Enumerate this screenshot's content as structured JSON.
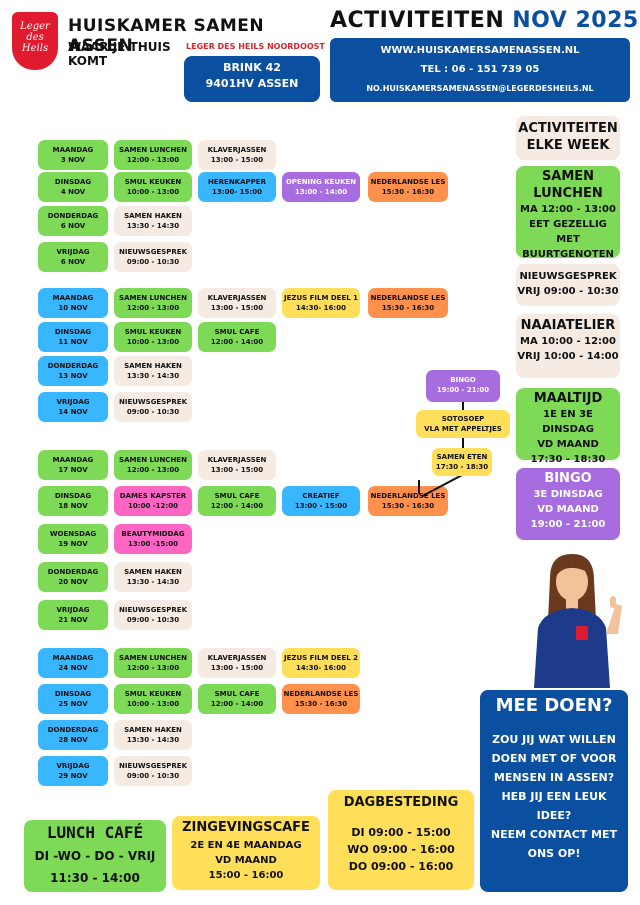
{
  "header": {
    "logo_text": [
      "Leger",
      "des",
      "Heils"
    ],
    "org_name": "HUISKAMER SAMEN ASSEN",
    "tagline": "WAAR JE THUIS KOMT",
    "region": "LEGER DES HEILS NOORDOOST",
    "address": [
      "BRINK 42",
      "9401HV ASSEN"
    ],
    "title": "ACTIVITEITEN",
    "month": "NOV 2025",
    "contact": [
      "WWW.HUISKAMERSAMENASSEN.NL",
      "TEL : 06 - 151 739 05",
      "NO.HUISKAMERSAMENASSEN@LEGERDESHEILS.NL"
    ]
  },
  "colors": {
    "green": "#7ed957",
    "blue": "#38b6ff",
    "beige": "#f5ebe3",
    "yellow": "#ffde59",
    "orange": "#ff914d",
    "purple": "#a66ce0",
    "pink": "#ff66c4",
    "navy": "#0a4fa0"
  },
  "days": [
    {
      "day": "MAANDAG",
      "date": "3 NOV",
      "color": "green",
      "acts": [
        {
          "n": "SAMEN LUNCHEN",
          "t": "12:00 - 13:00",
          "c": "green"
        },
        {
          "n": "KLAVERJASSEN",
          "t": "13:00 - 15:00",
          "c": "beige"
        }
      ]
    },
    {
      "day": "DINSDAG",
      "date": "4 NOV",
      "color": "green",
      "acts": [
        {
          "n": "SMUL KEUKEN",
          "t": "10:00 - 13:00",
          "c": "green"
        },
        {
          "n": "HERENKAPPER",
          "t": "13:00- 15:00",
          "c": "blue"
        },
        {
          "n": "OPENING KEUKEN",
          "t": "13:00 - 14:00",
          "c": "purple"
        },
        {
          "n": "NEDERLANDSE LES",
          "t": "15:30 - 16:30",
          "c": "orange"
        }
      ]
    },
    {
      "day": "DONDERDAG",
      "date": "6 NOV",
      "color": "green",
      "acts": [
        {
          "n": "SAMEN HAKEN",
          "t": "13:30 - 14:30",
          "c": "beige"
        }
      ]
    },
    {
      "day": "VRIJDAG",
      "date": "6 NOV",
      "color": "green",
      "acts": [
        {
          "n": "NIEUWSGESPREK",
          "t": "09:00 - 10:30",
          "c": "beige"
        }
      ]
    },
    {
      "day": "MAANDAG",
      "date": "10 NOV",
      "color": "blue",
      "acts": [
        {
          "n": "SAMEN LUNCHEN",
          "t": "12:00 - 13:00",
          "c": "green"
        },
        {
          "n": "KLAVERJASSEN",
          "t": "13:00 - 15:00",
          "c": "beige"
        },
        {
          "n": "JEZUS FILM DEEL 1",
          "t": "14:30- 16:00",
          "c": "yellow"
        },
        {
          "n": "NEDERLANDSE LES",
          "t": "15:30 - 16:30",
          "c": "orange"
        }
      ]
    },
    {
      "day": "DINSDAG",
      "date": "11 NOV",
      "color": "blue",
      "acts": [
        {
          "n": "SMUL KEUKEN",
          "t": "10:00 - 13:00",
          "c": "green"
        },
        {
          "n": "SMUL CAFE",
          "t": "12:00 - 14:00",
          "c": "green"
        }
      ]
    },
    {
      "day": "DONDERDAG",
      "date": "13 NOV",
      "color": "blue",
      "acts": [
        {
          "n": "SAMEN HAKEN",
          "t": "13:30 - 14:30",
          "c": "beige"
        }
      ]
    },
    {
      "day": "VRIJDAG",
      "date": "14 NOV",
      "color": "blue",
      "acts": [
        {
          "n": "NIEUWSGESPREK",
          "t": "09:00 - 10:30",
          "c": "beige"
        }
      ]
    },
    {
      "day": "MAANDAG",
      "date": "17 NOV",
      "color": "green",
      "acts": [
        {
          "n": "SAMEN LUNCHEN",
          "t": "12:00 - 13:00",
          "c": "green"
        },
        {
          "n": "KLAVERJASSEN",
          "t": "13:00 - 15:00",
          "c": "beige"
        }
      ]
    },
    {
      "day": "DINSDAG",
      "date": "18 NOV",
      "color": "green",
      "acts": [
        {
          "n": "DAMES KAPSTER",
          "t": "10:00 -12:00",
          "c": "pink"
        },
        {
          "n": "SMUL CAFE",
          "t": "12:00 - 14:00",
          "c": "green"
        },
        {
          "n": "CREATIEF",
          "t": "13:00 - 15:00",
          "c": "blue"
        },
        {
          "n": "NEDERLANDSE LES",
          "t": "15:30 - 16:30",
          "c": "orange"
        }
      ]
    },
    {
      "day": "WOENSDAG",
      "date": "19 NOV",
      "color": "green",
      "acts": [
        {
          "n": "BEAUTYMIDDAG",
          "t": "13:00 -15:00",
          "c": "pink"
        }
      ]
    },
    {
      "day": "DONDERDAG",
      "date": "20 NOV",
      "color": "green",
      "acts": [
        {
          "n": "SAMEN HAKEN",
          "t": "13:30 - 14:30",
          "c": "beige"
        }
      ]
    },
    {
      "day": "VRIJDAG",
      "date": "21 NOV",
      "color": "green",
      "acts": [
        {
          "n": "NIEUWSGESPREK",
          "t": "09:00 - 10:30",
          "c": "beige"
        }
      ]
    },
    {
      "day": "MAANDAG",
      "date": "24 NOV",
      "color": "blue",
      "acts": [
        {
          "n": "SAMEN LUNCHEN",
          "t": "12:00 - 13:00",
          "c": "green"
        },
        {
          "n": "KLAVERJASSEN",
          "t": "13:00 - 15:00",
          "c": "beige"
        },
        {
          "n": "JEZUS FILM DEEL 2",
          "t": "14:30- 16:00",
          "c": "yellow"
        }
      ]
    },
    {
      "day": "DINSDAG",
      "date": "25 NOV",
      "color": "blue",
      "acts": [
        {
          "n": "SMUL KEUKEN",
          "t": "10:00 - 13:00",
          "c": "green"
        },
        {
          "n": "SMUL CAFE",
          "t": "12:00 - 14:00",
          "c": "green"
        },
        {
          "n": "NEDERLANDSE LES",
          "t": "15:30 - 16:30",
          "c": "orange"
        }
      ]
    },
    {
      "day": "DONDERDAG",
      "date": "28 NOV",
      "color": "blue",
      "acts": [
        {
          "n": "SAMEN HAKEN",
          "t": "13:30 - 14:30",
          "c": "beige"
        }
      ]
    },
    {
      "day": "VRIJDAG",
      "date": "29 NOV",
      "color": "blue",
      "acts": [
        {
          "n": "NIEUWSGESPREK",
          "t": "09:00 - 10:30",
          "c": "beige"
        }
      ]
    }
  ],
  "chain": [
    {
      "lines": [
        "BINGO",
        "19:00 - 21:00"
      ],
      "c": "purple"
    },
    {
      "lines": [
        "SOTOSOEP",
        "VLA MET APPELTJES"
      ],
      "c": "yellow"
    },
    {
      "lines": [
        "SAMEN ETEN",
        "17:30 - 18:30"
      ],
      "c": "yellow"
    }
  ],
  "weekly": {
    "heading": [
      "ACTIVITEITEN",
      "ELKE WEEK"
    ],
    "lunch": {
      "title": [
        "SAMEN",
        "LUNCHEN"
      ],
      "lines": [
        "MA 12:00 - 13:00",
        "EET GEZELLIG MET",
        "BUURTGENOTEN"
      ]
    },
    "news": [
      "NIEUWSGESPREK",
      "VRIJ 09:00 - 10:30"
    ],
    "sewing": {
      "title": "NAAIATELIER",
      "lines": [
        "MA 10:00 - 12:00",
        "VRIJ 10:00 - 14:00"
      ]
    },
    "meal": {
      "title": "MAALTIJD",
      "lines": [
        "1E EN 3E DINSDAG",
        "VD MAAND",
        "17:30 - 18:30"
      ]
    },
    "bingo": {
      "title": "BINGO",
      "lines": [
        "3E DINSDAG",
        "VD MAAND",
        "19:00 - 21:00"
      ]
    }
  },
  "join": {
    "title": "MEE DOEN?",
    "lines": [
      "ZOU JIJ WAT WILLEN",
      "DOEN MET OF VOOR",
      "MENSEN IN ASSEN?",
      "HEB JIJ EEN LEUK",
      "IDEE?",
      "NEEM CONTACT MET",
      "ONS OP!"
    ]
  },
  "lunchcafe": {
    "title": "LUNCH CAFÉ",
    "days": "DI -WO - DO - VRIJ",
    "time": "11:30 - 14:00"
  },
  "zingeving": {
    "title": "ZINGEVINGSCAFE",
    "lines": [
      "2E EN 4E MAANDAG",
      "VD MAAND",
      "15:00 - 16:00"
    ]
  },
  "dagbesteding": {
    "title": "DAGBESTEDING",
    "lines": [
      "DI  09:00 - 15:00",
      "WO 09:00 - 16:00",
      "DO 09:00 - 16:00"
    ]
  }
}
